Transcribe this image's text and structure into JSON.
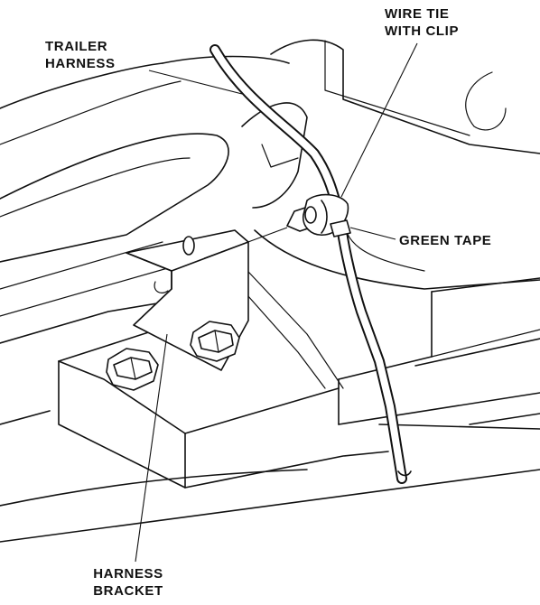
{
  "labels": {
    "wire_tie": [
      "WIRE TIE",
      "WITH CLIP"
    ],
    "trailer_harness": [
      "TRAILER",
      "HARNESS"
    ],
    "green_tape": "GREEN TAPE",
    "harness_bracket": [
      "HARNESS",
      "BRACKET"
    ]
  },
  "colors": {
    "line": "#111111",
    "background": "#ffffff"
  }
}
